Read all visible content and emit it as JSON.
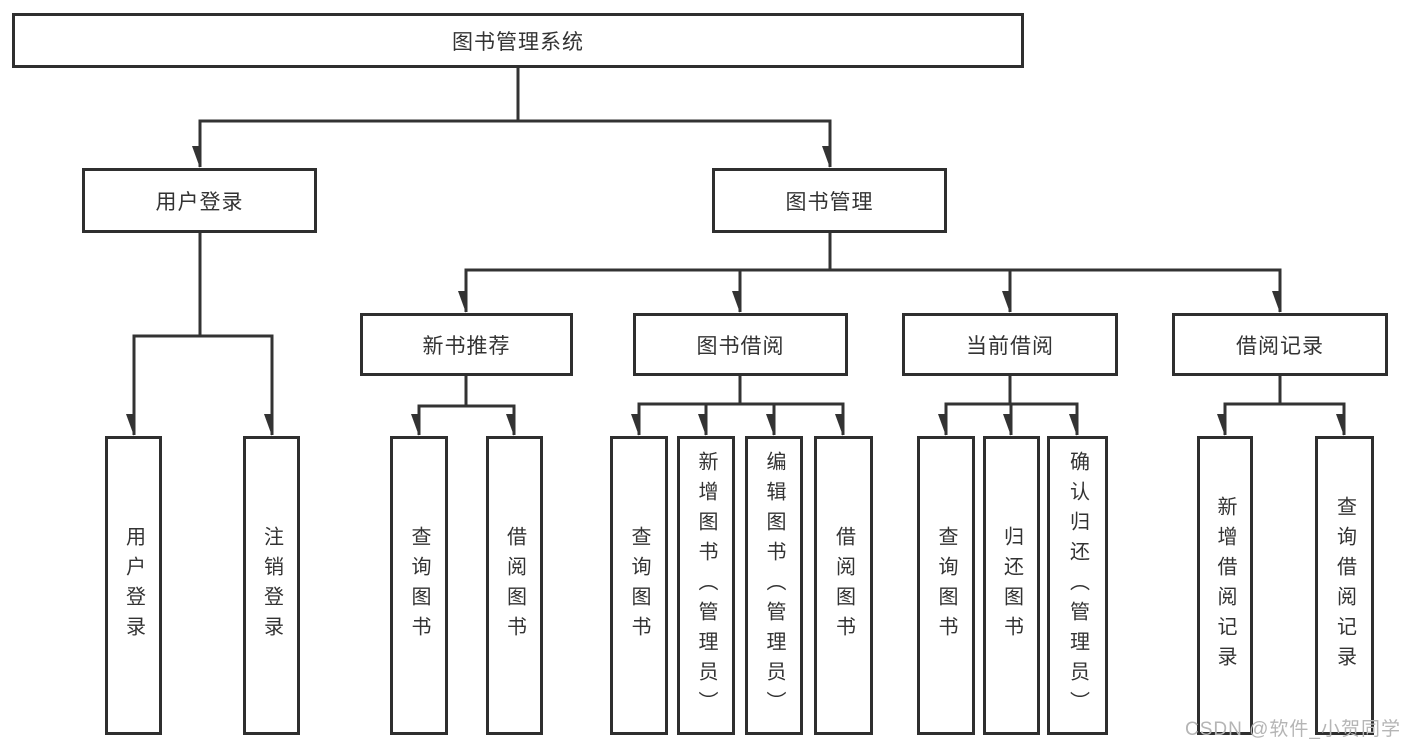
{
  "diagram": {
    "tree": {
      "label": "图书管理系统",
      "children": [
        {
          "label": "用户登录",
          "children": [
            {
              "label": "用户登录"
            },
            {
              "label": "注销登录"
            }
          ]
        },
        {
          "label": "图书管理",
          "children": [
            {
              "label": "新书推荐",
              "children": [
                {
                  "label": "查询图书"
                },
                {
                  "label": "借阅图书"
                }
              ]
            },
            {
              "label": "图书借阅",
              "children": [
                {
                  "label": "查询图书"
                },
                {
                  "label": "新增图书（管理员）"
                },
                {
                  "label": "编辑图书（管理员）"
                },
                {
                  "label": "借阅图书"
                }
              ]
            },
            {
              "label": "当前借阅",
              "children": [
                {
                  "label": "查询图书"
                },
                {
                  "label": "归还图书"
                },
                {
                  "label": "确认归还（管理员）"
                }
              ]
            },
            {
              "label": "借阅记录",
              "children": [
                {
                  "label": "新增借阅记录"
                },
                {
                  "label": "查询借阅记录"
                }
              ]
            }
          ]
        }
      ]
    },
    "colors": {
      "border": "#2f2f2f",
      "line": "#333333",
      "text": "#333333",
      "background": "#ffffff",
      "watermark": "#b5b5b5"
    }
  },
  "watermark": {
    "text": "CSDN @软件_小贺同学"
  }
}
